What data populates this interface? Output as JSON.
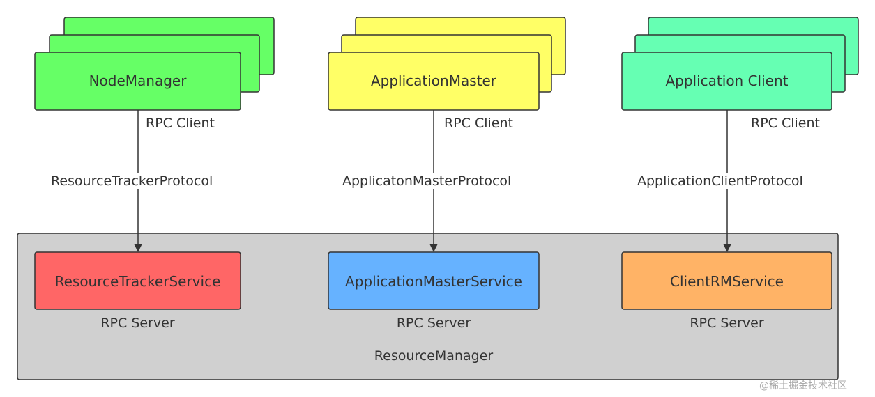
{
  "colors": {
    "node_manager": "#66ff66",
    "application_master": "#ffff66",
    "application_client": "#66ffb3",
    "resource_tracker_service": "#ff6666",
    "application_master_service": "#66b2ff",
    "client_rm_service": "#ffb366",
    "resource_manager": "#d0d0d0",
    "stroke": "#333333"
  },
  "clients": {
    "node_manager": {
      "label": "NodeManager",
      "rpc": "RPC Client",
      "protocol": "ResourceTrackerProtocol"
    },
    "application_master": {
      "label": "ApplicationMaster",
      "rpc": "RPC Client",
      "protocol": "ApplicatonMasterProtocol"
    },
    "application_client": {
      "label": "Application Client",
      "rpc": "RPC Client",
      "protocol": "ApplicationClientProtocol"
    }
  },
  "services": {
    "resource_tracker_service": {
      "label": "ResourceTrackerService",
      "rpc": "RPC Server"
    },
    "application_master_service": {
      "label": "ApplicationMasterService",
      "rpc": "RPC Server"
    },
    "client_rm_service": {
      "label": "ClientRMService",
      "rpc": "RPC Server"
    }
  },
  "resource_manager": {
    "label": "ResourceManager"
  },
  "watermark": "@稀土掘金技术社区"
}
